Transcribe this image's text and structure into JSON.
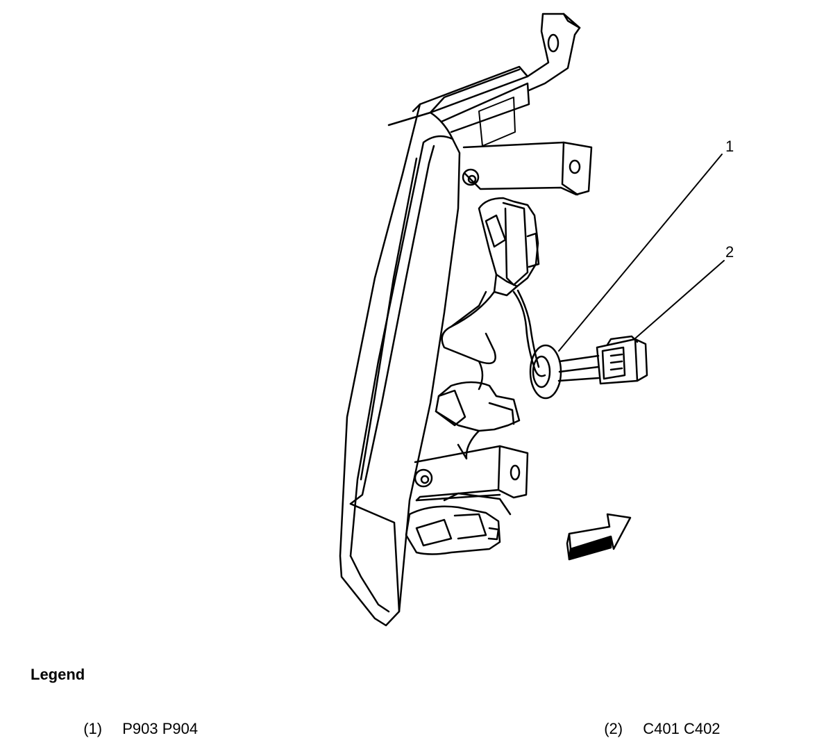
{
  "callouts": [
    {
      "number": "1"
    },
    {
      "number": "2"
    }
  ],
  "legend": {
    "title": "Legend",
    "items": [
      {
        "number": "(1)",
        "label": "P903 P904"
      },
      {
        "number": "(2)",
        "label": "C401 C402"
      }
    ]
  },
  "colors": {
    "line": "#000000",
    "background": "#ffffff"
  },
  "icons": {
    "direction_arrow": "arrow-right-icon"
  }
}
